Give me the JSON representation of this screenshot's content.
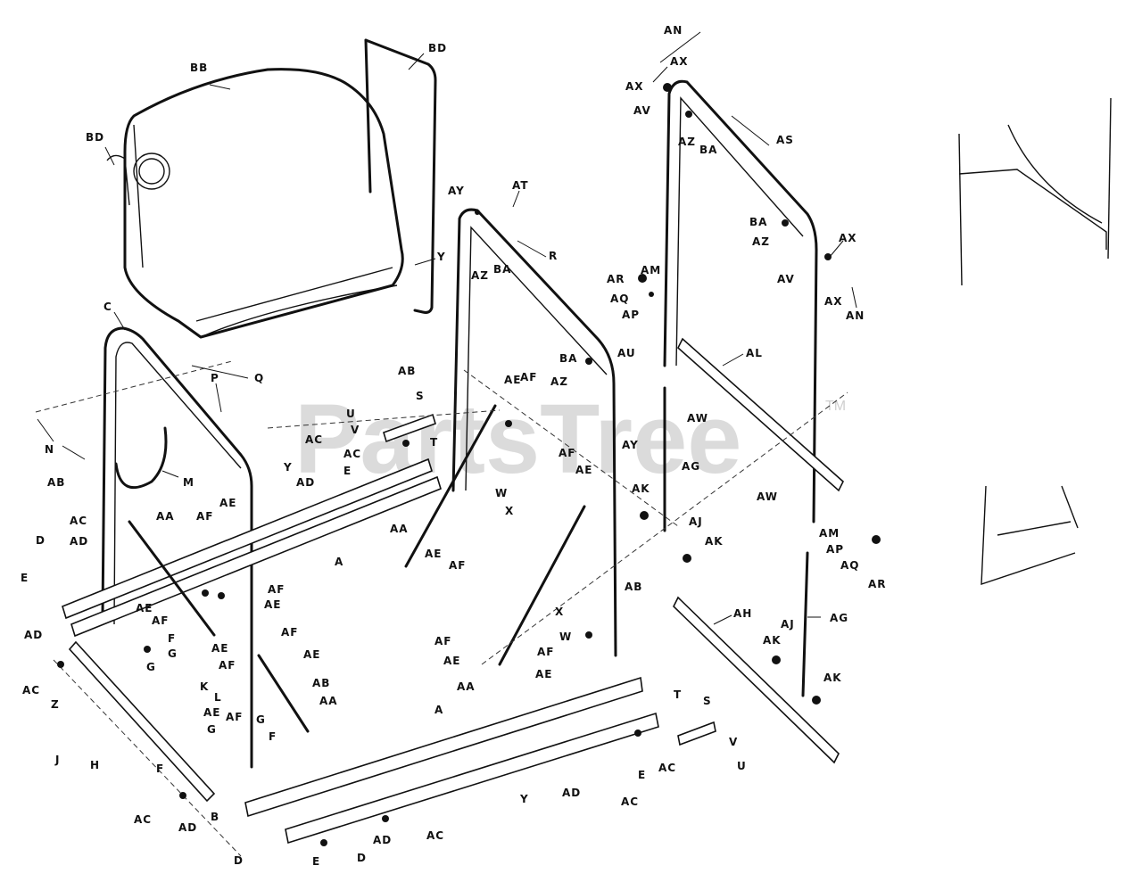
{
  "watermark": {
    "brand": "PartsTree",
    "trademark": "TM"
  },
  "colors": {
    "line": "#111111",
    "background": "#ffffff",
    "watermark": "#cfcfcf"
  },
  "callouts": {
    "BB": "BB",
    "BD1": "BD",
    "BD2": "BD",
    "Y1": "Y",
    "Y2": "Y",
    "Y3": "Y",
    "C": "C",
    "P": "P",
    "Q": "Q",
    "N": "N",
    "M": "M",
    "AB1": "AB",
    "AB2": "AB",
    "AB3": "AB",
    "AB4": "AB",
    "AC1": "AC",
    "AC2": "AC",
    "AC3": "AC",
    "AC4": "AC",
    "AC5": "AC",
    "AC6": "AC",
    "AC7": "AC",
    "AC8": "AC",
    "AD1": "AD",
    "AD2": "AD",
    "AD3": "AD",
    "AD4": "AD",
    "AD5": "AD",
    "AD6": "AD",
    "D1": "D",
    "D2": "D",
    "D3": "D",
    "E1": "E",
    "E2": "E",
    "E3": "E",
    "E4": "E",
    "AA1": "AA",
    "AA2": "AA",
    "AA3": "AA",
    "AA4": "AA",
    "AE1": "AE",
    "AE2": "AE",
    "AE3": "AE",
    "AE4": "AE",
    "AE5": "AE",
    "AE6": "AE",
    "AE7": "AE",
    "AE8": "AE",
    "AE9": "AE",
    "AE10": "AE",
    "AE11": "AE",
    "AF1": "AF",
    "AF2": "AF",
    "AF3": "AF",
    "AF4": "AF",
    "AF5": "AF",
    "AF6": "AF",
    "AF7": "AF",
    "AF8": "AF",
    "AF9": "AF",
    "AF10": "AF",
    "AF11": "AF",
    "F1": "F",
    "F2": "F",
    "F3": "F",
    "G1": "G",
    "G2": "G",
    "G3": "G",
    "G4": "G",
    "K": "K",
    "L": "L",
    "J": "J",
    "H": "H",
    "Z": "Z",
    "B": "B",
    "A1": "A",
    "A2": "A",
    "U1": "U",
    "U2": "U",
    "V1": "V",
    "V2": "V",
    "S1": "S",
    "S2": "S",
    "T1": "T",
    "T2": "T",
    "W1": "W",
    "W2": "W",
    "X1": "X",
    "X2": "X",
    "AY1": "AY",
    "AY2": "AY",
    "AT": "AT",
    "AZ1": "AZ",
    "AZ2": "AZ",
    "AZ3": "AZ",
    "AZ4": "AZ",
    "BA1": "BA",
    "BA2": "BA",
    "BA3": "BA",
    "BA4": "BA",
    "R": "R",
    "AU": "AU",
    "AN1": "AN",
    "AN2": "AN",
    "AX1": "AX",
    "AX2": "AX",
    "AX3": "AX",
    "AX4": "AX",
    "AV1": "AV",
    "AV2": "AV",
    "AS": "AS",
    "AR1": "AR",
    "AR2": "AR",
    "AM1": "AM",
    "AM2": "AM",
    "AQ1": "AQ",
    "AQ2": "AQ",
    "AP1": "AP",
    "AP2": "AP",
    "AL": "AL",
    "AW1": "AW",
    "AW2": "AW",
    "AG1": "AG",
    "AG2": "AG",
    "AK1": "AK",
    "AK2": "AK",
    "AK3": "AK",
    "AK4": "AK",
    "AJ1": "AJ",
    "AJ2": "AJ",
    "AH": "AH"
  }
}
